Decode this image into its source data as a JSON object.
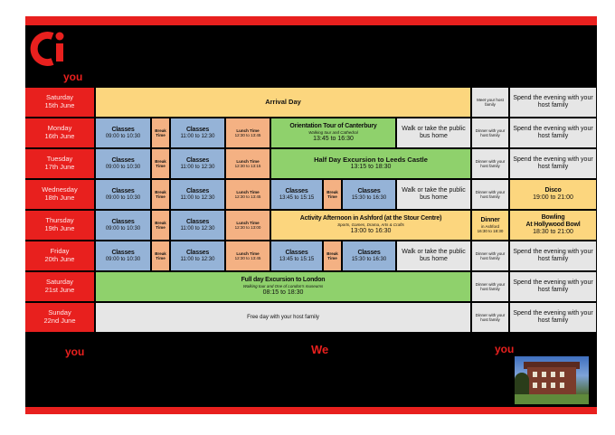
{
  "header": {
    "logo_letters": "Ci",
    "you_left": "you"
  },
  "footer": {
    "you_left": "you",
    "we_center": "We",
    "you_right": "you"
  },
  "schedule": {
    "sat15": {
      "day": "Saturday",
      "date": "15th June",
      "arrival": "Arrival Day",
      "meet": "Meet your host family",
      "evening": "Spend the evening with your host family"
    },
    "mon16": {
      "day": "Monday",
      "date": "16th June",
      "classes1": "Classes",
      "time1": "09:00 to 10:30",
      "break": "Break Time",
      "classes2": "Classes",
      "time2": "11:00 to 12:30",
      "lunch": "Lunch Time",
      "lunch_time": "12:30 to 13:45",
      "tour": "Orientation Tour of Canterbury",
      "tour_sub": "Walking tour and Cathedral",
      "tour_time": "13:45 to 16:30",
      "walk": "Walk or take the public bus home",
      "dinner": "Dinner with your host family",
      "evening": "Spend the evening with your host family"
    },
    "tue17": {
      "day": "Tuesday",
      "date": "17th June",
      "classes1": "Classes",
      "time1": "09:00 to 10:30",
      "break": "Break Time",
      "classes2": "Classes",
      "time2": "11:00 to 12:30",
      "lunch": "Lunch Time",
      "lunch_time": "12:30 to 13:15",
      "trip": "Half Day Excursion to Leeds Castle",
      "trip_time": "13:15 to 18:30",
      "dinner": "Dinner with your host family",
      "evening": "Spend the evening with your host family"
    },
    "wed18": {
      "day": "Wednesday",
      "date": "18th June",
      "classes1": "Classes",
      "time1": "09:00 to 10:30",
      "break1": "Break Time",
      "classes2": "Classes",
      "time2": "11:00 to 12:30",
      "lunch": "Lunch Time",
      "lunch_time": "12:30 to 13:45",
      "classes3": "Classes",
      "time3": "13:45 to 15:15",
      "break2": "Break Time",
      "classes4": "Classes",
      "time4": "15:30 to 16:30",
      "walk": "Walk or take the public bus home",
      "dinner": "Dinner with your host family",
      "disco": "Disco",
      "disco_time": "19:00 to 21:00"
    },
    "thu19": {
      "day": "Thursday",
      "date": "19th June",
      "classes1": "Classes",
      "time1": "09:00 to 10:30",
      "break": "Break Time",
      "classes2": "Classes",
      "time2": "11:00 to 12:30",
      "lunch": "Lunch Time",
      "lunch_time": "12:30 to 13:00",
      "activity": "Activity Afternoon in Ashford (at the Stour Centre)",
      "activity_sub": "Sports, Games, Drama, Arts & Crafts",
      "activity_time": "13:00 to 16:30",
      "dinner": "Dinner",
      "dinner_sub": "in Ashford",
      "dinner_time": "16:30 to 18:30",
      "bowling": "Bowling",
      "bowling_sub": "At Hollywood Bowl",
      "bowling_time": "18:30 to 21:00"
    },
    "fri20": {
      "day": "Friday",
      "date": "20th June",
      "classes1": "Classes",
      "time1": "09:00 to 10:30",
      "break1": "Break Time",
      "classes2": "Classes",
      "time2": "11:00 to 12:30",
      "lunch": "Lunch Time",
      "lunch_time": "12:30 to 13:45",
      "classes3": "Classes",
      "time3": "13:45 to 15:15",
      "break2": "Break Time",
      "classes4": "Classes",
      "time4": "15:30 to 16:30",
      "walk": "Walk or take the public bus home",
      "dinner": "Dinner with your host family",
      "evening": "Spend the evening with your host family"
    },
    "sat21": {
      "day": "Saturday",
      "date": "21st June",
      "trip": "Full day Excursion to London",
      "trip_sub": "Walking tour and One of London's museums",
      "trip_time": "08:15 to 18:30",
      "dinner": "Dinner with your host family",
      "evening": "Spend the evening with your host family"
    },
    "sun22": {
      "day": "Sunday",
      "date": "22nd June",
      "free": "Free day with your host family",
      "dinner": "Dinner with your host family",
      "evening": "Spend the evening with your host family"
    }
  },
  "colors": {
    "brand_red": "#e8201e",
    "classes_blue": "#95b3d7",
    "lunch_salmon": "#f4b183",
    "excursion_green": "#8fd16c",
    "activity_yellow": "#fcd67e",
    "home_grey": "#e6e6e6"
  }
}
